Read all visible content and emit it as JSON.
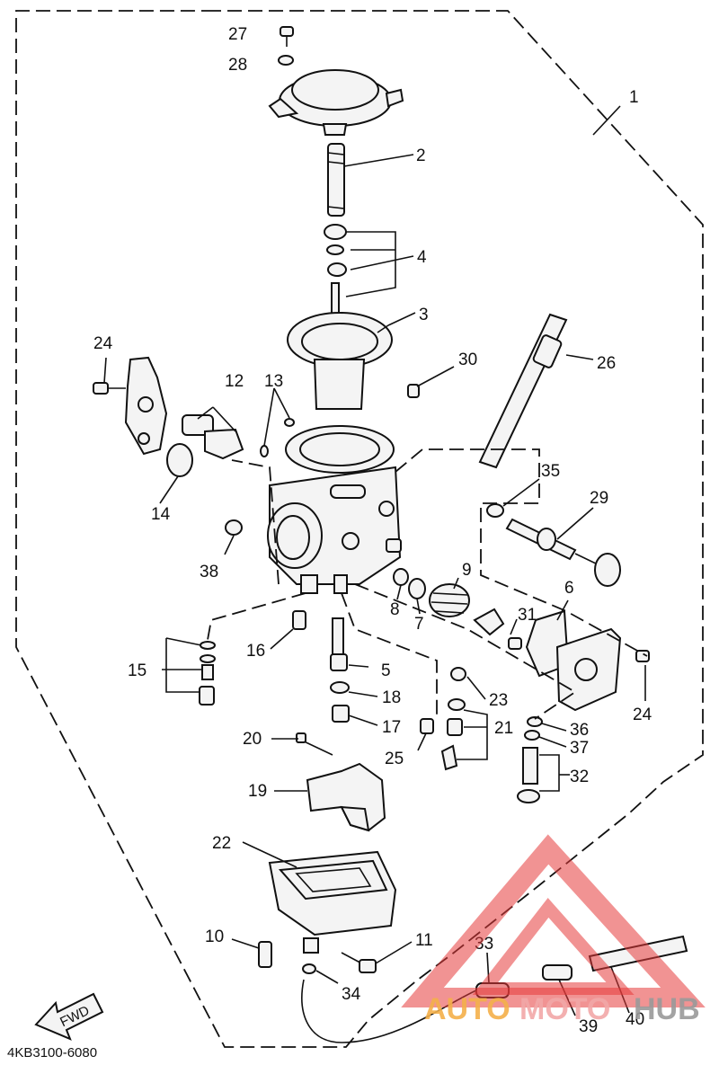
{
  "diagram": {
    "part_code": "4KB3100-6080",
    "fwd_arrow": "FWD",
    "watermark": {
      "auto": "AUTO",
      "moto": "MOTO",
      "hub": "HUB"
    },
    "callouts": [
      "1",
      "2",
      "3",
      "4",
      "5",
      "6",
      "7",
      "8",
      "9",
      "10",
      "11",
      "12",
      "13",
      "14",
      "15",
      "16",
      "17",
      "18",
      "19",
      "20",
      "21",
      "22",
      "23",
      "24",
      "24",
      "25",
      "26",
      "27",
      "28",
      "29",
      "30",
      "31",
      "32",
      "33",
      "34",
      "35",
      "36",
      "37",
      "38",
      "39",
      "40"
    ],
    "colors": {
      "line": "#111111",
      "watermark_red": "#e63a3a",
      "watermark_orange": "#f4b04a",
      "watermark_grey": "#9a9a9a"
    }
  }
}
